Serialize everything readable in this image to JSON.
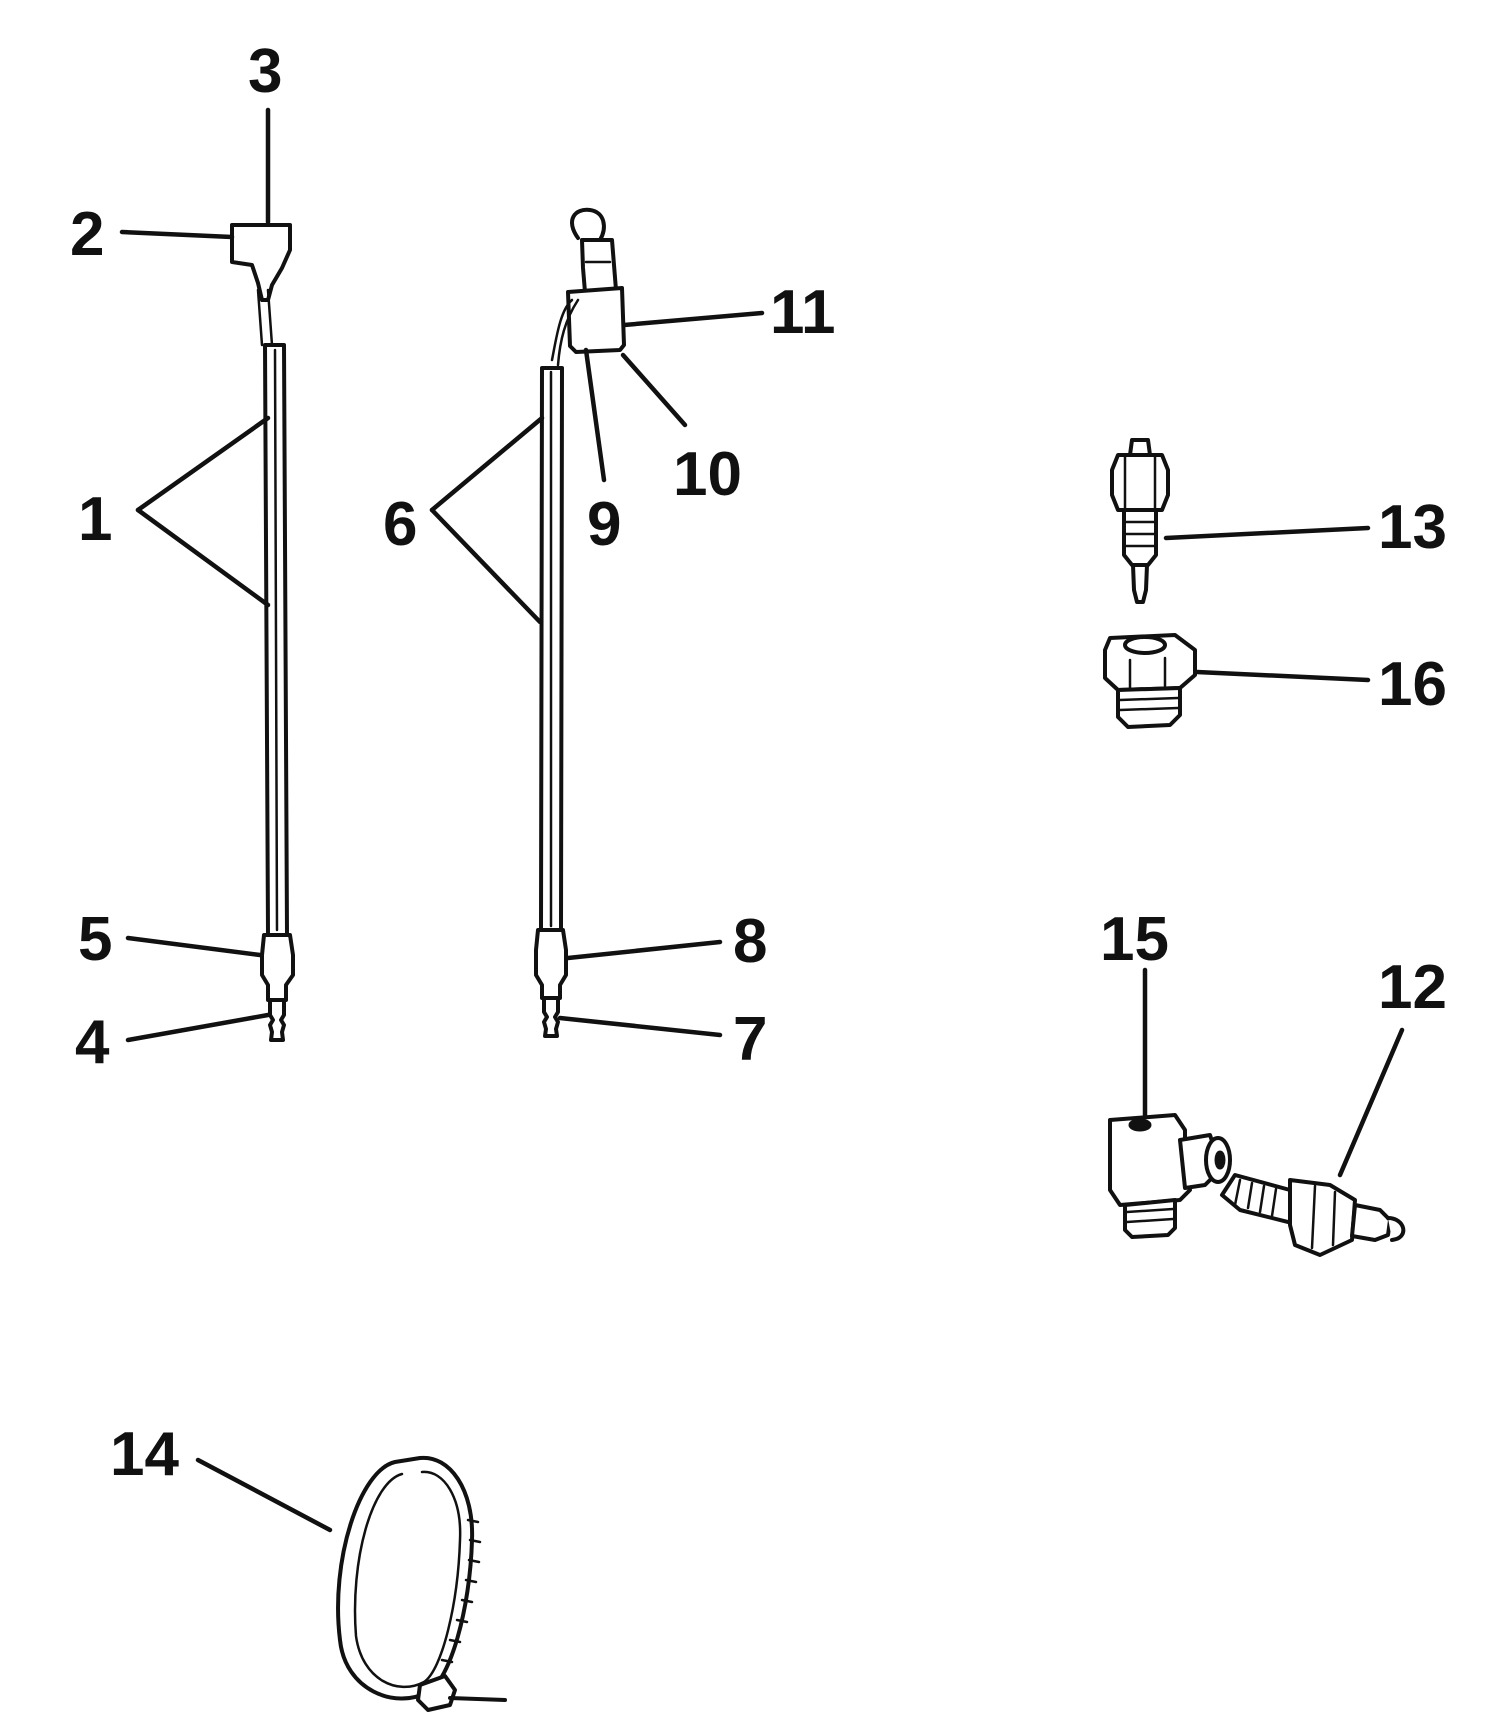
{
  "diagram": {
    "callouts": [
      {
        "id": "1",
        "label": "1"
      },
      {
        "id": "2",
        "label": "2"
      },
      {
        "id": "3",
        "label": "3"
      },
      {
        "id": "4",
        "label": "4"
      },
      {
        "id": "5",
        "label": "5"
      },
      {
        "id": "6",
        "label": "6"
      },
      {
        "id": "7",
        "label": "7"
      },
      {
        "id": "8",
        "label": "8"
      },
      {
        "id": "9",
        "label": "9"
      },
      {
        "id": "10",
        "label": "10"
      },
      {
        "id": "11",
        "label": "11"
      },
      {
        "id": "12",
        "label": "12"
      },
      {
        "id": "13",
        "label": "13"
      },
      {
        "id": "14",
        "label": "14"
      },
      {
        "id": "15",
        "label": "15"
      },
      {
        "id": "16",
        "label": "16"
      }
    ],
    "colors": {
      "ink": "#111111",
      "background": "#ffffff"
    }
  }
}
